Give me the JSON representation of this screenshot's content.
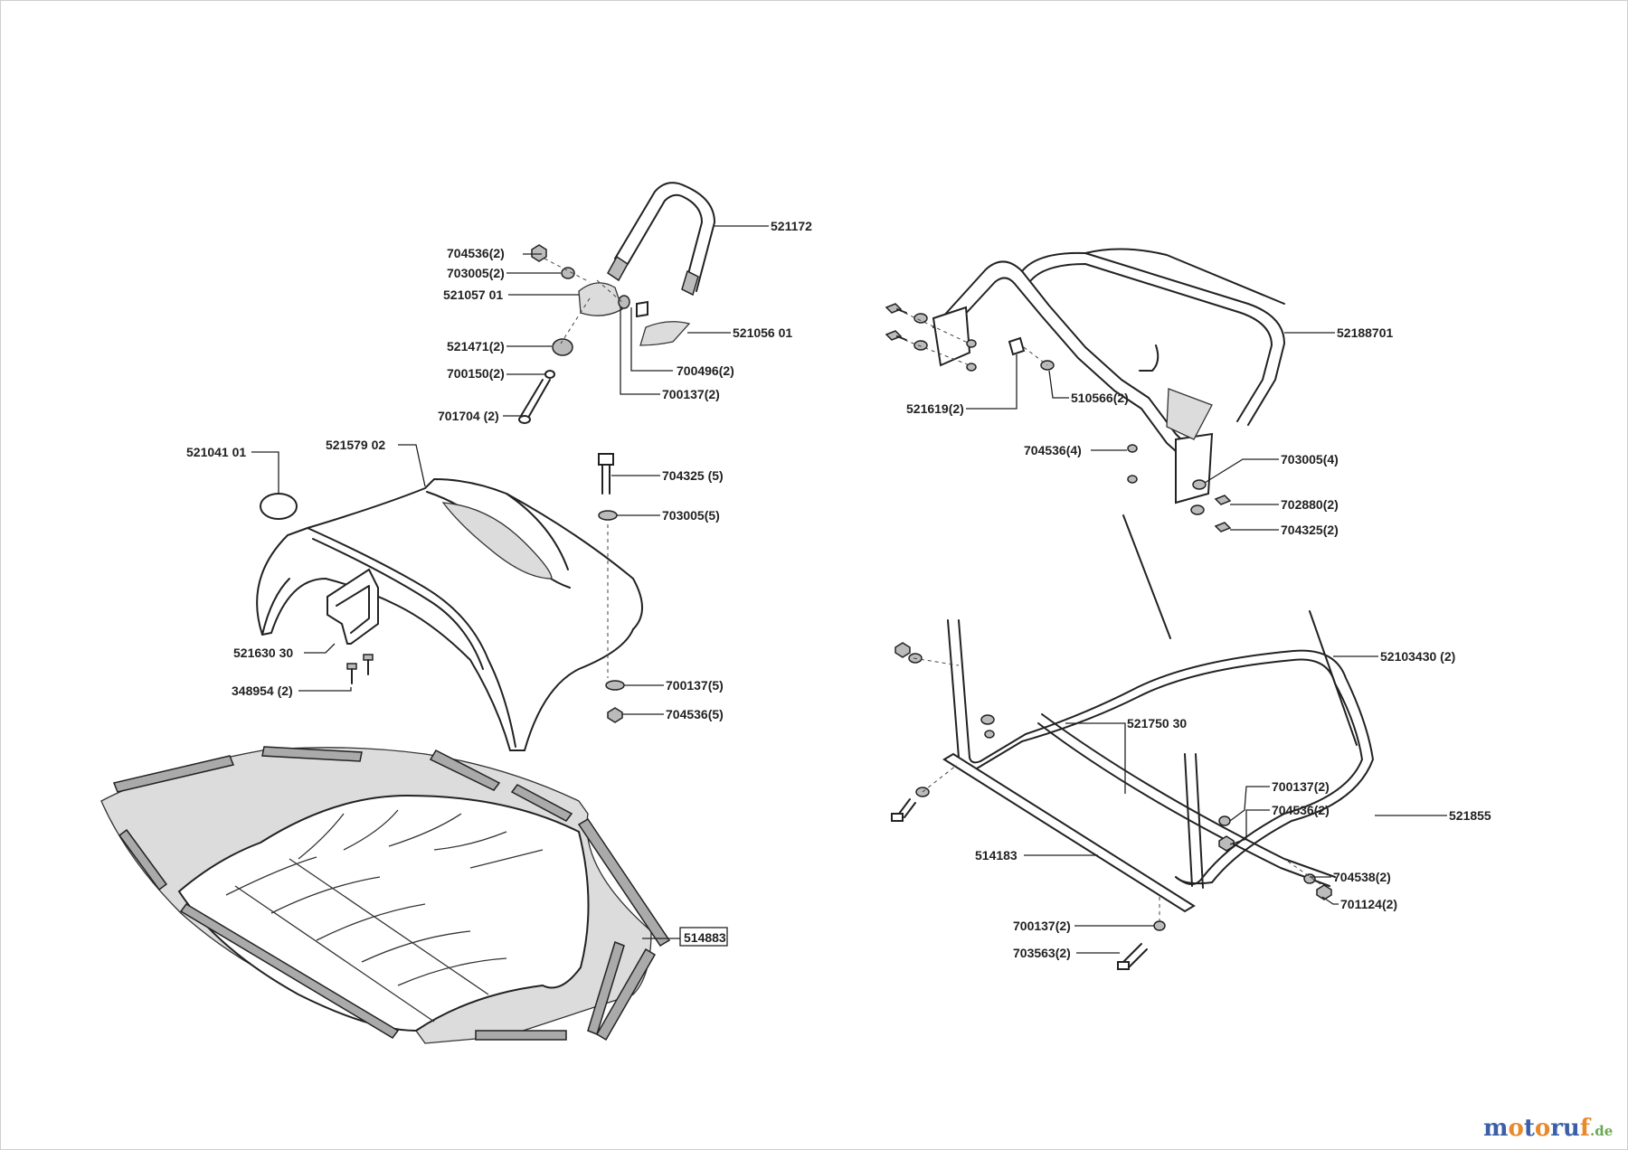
{
  "labels": {
    "p521172": "521172",
    "p704536_a": "704536(2)",
    "p703005_a": "703005(2)",
    "p521057": "521057 01",
    "p521056": "521056 01",
    "p521471": "521471(2)",
    "p700150": "700150(2)",
    "p700496": "700496(2)",
    "p700137_a": "700137(2)",
    "p701704": "701704 (2)",
    "p521041": "521041  01",
    "p521579": "521579 02",
    "p704325_a": "704325 (5)",
    "p703005_b": "703005(5)",
    "p521630": "521630 30",
    "p348954": "348954 (2)",
    "p700137_b": "700137(5)",
    "p704536_b": "704536(5)",
    "p514883": "514883",
    "p52188701": "52188701",
    "p521619": "521619(2)",
    "p510566": "510566(2)",
    "p704536_c": "704536(4)",
    "p703005_c": "703005(4)",
    "p702880": "702880(2)",
    "p704325_b": "704325(2)",
    "p52103430": "52103430 (2)",
    "p521750": "521750 30",
    "p700137_c": "700137(2)",
    "p704536_d": "704536(2)",
    "p521855": "521855",
    "p514183": "514183",
    "p704538": "704538(2)",
    "p701124": "701124(2)",
    "p700137_d": "700137(2)",
    "p703563": "703563(2)"
  },
  "logo": {
    "text_m": "m",
    "text_o1": "o",
    "text_t": "t",
    "text_o2": "o",
    "text_r": "r",
    "text_u": "u",
    "text_f": "f",
    "suffix": ".de"
  },
  "colors": {
    "logo_blue": "#3a5fa8",
    "logo_orange": "#e8892b",
    "logo_green": "#6aa84f"
  }
}
